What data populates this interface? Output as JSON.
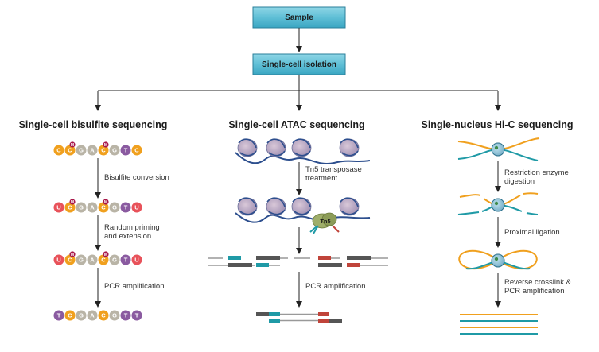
{
  "top": {
    "sample": "Sample",
    "isolation": "Single-cell isolation"
  },
  "columns": [
    {
      "title": "Single-cell bisulfite sequencing",
      "steps": [
        "Bisulfite conversion",
        "Random priming\nand extension",
        "PCR amplification"
      ],
      "rows": [
        {
          "bases": [
            "C",
            "C",
            "G",
            "A",
            "C",
            "G",
            "T",
            "C"
          ],
          "methylated": [
            1,
            4
          ]
        },
        {
          "bases": [
            "U",
            "C",
            "G",
            "A",
            "C",
            "G",
            "T",
            "U"
          ],
          "methylated": [
            1,
            4
          ]
        },
        {
          "bases": [
            "U",
            "C",
            "G",
            "A",
            "C",
            "G",
            "T",
            "U"
          ],
          "methylated": [
            1,
            4
          ]
        },
        {
          "bases": [
            "T",
            "C",
            "G",
            "A",
            "C",
            "G",
            "T",
            "T"
          ],
          "methylated": []
        }
      ],
      "methyl_mark": "M"
    },
    {
      "title": "Single-cell ATAC sequencing",
      "steps": [
        "Tn5 transposase\ntreatment",
        "PCR amplification"
      ],
      "enzyme_label": "Tn5"
    },
    {
      "title": "Single-nucleus Hi-C sequencing",
      "steps": [
        "Restriction enzyme\ndigestion",
        "Proximal ligation",
        "Reverse crosslink &\nPCR amplification"
      ]
    }
  ],
  "colors": {
    "box_fill": "#5fbfd6",
    "box_border": "#2a7f9a",
    "orange": "#f0a01e",
    "gray_base": "#b9b4a6",
    "red_base": "#e8525a",
    "purple_base": "#8a5aa0",
    "methyl": "#a8174a",
    "teal": "#1f9aa6",
    "dna_blue": "#2d4f8e",
    "dark_red": "#c0443a"
  }
}
